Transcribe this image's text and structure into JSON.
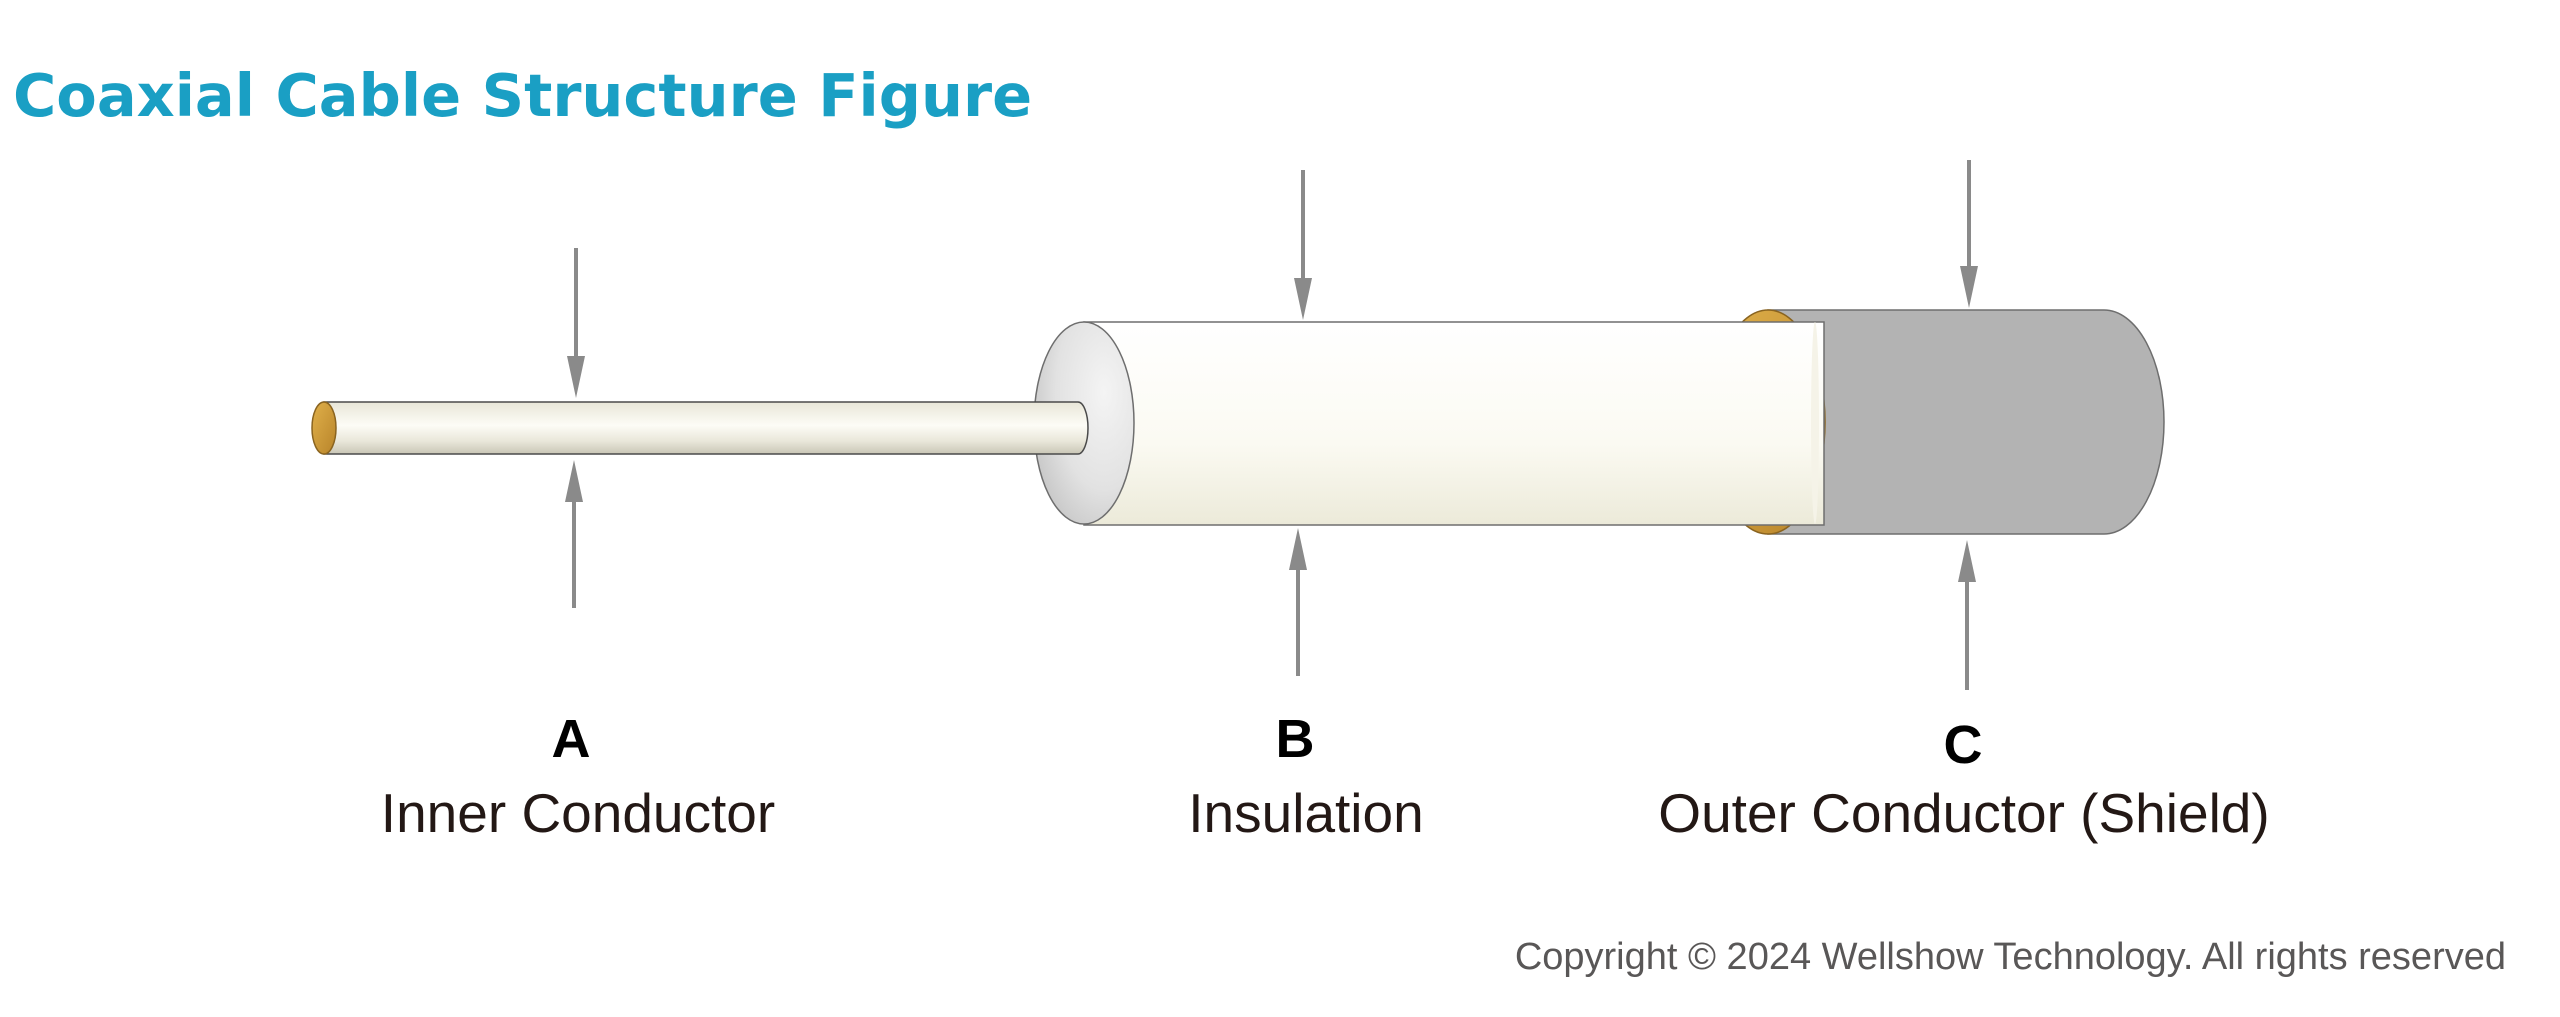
{
  "title": "Coaxial Cable Structure Figure",
  "labels": [
    {
      "letter": "A",
      "name": "Inner Conductor"
    },
    {
      "letter": "B",
      "name": "Insulation"
    },
    {
      "letter": "C",
      "name": "Outer Conductor (Shield)"
    }
  ],
  "copyright": "Copyright © 2024 Wellshow Technology. All rights reserved",
  "colors": {
    "title": "#1a9fc4",
    "copper": "#d4a035",
    "insulation": "#f7f5ea",
    "shield": "#b3b3b3",
    "arrow": "#8a8a8a",
    "label_text": "#231815"
  }
}
